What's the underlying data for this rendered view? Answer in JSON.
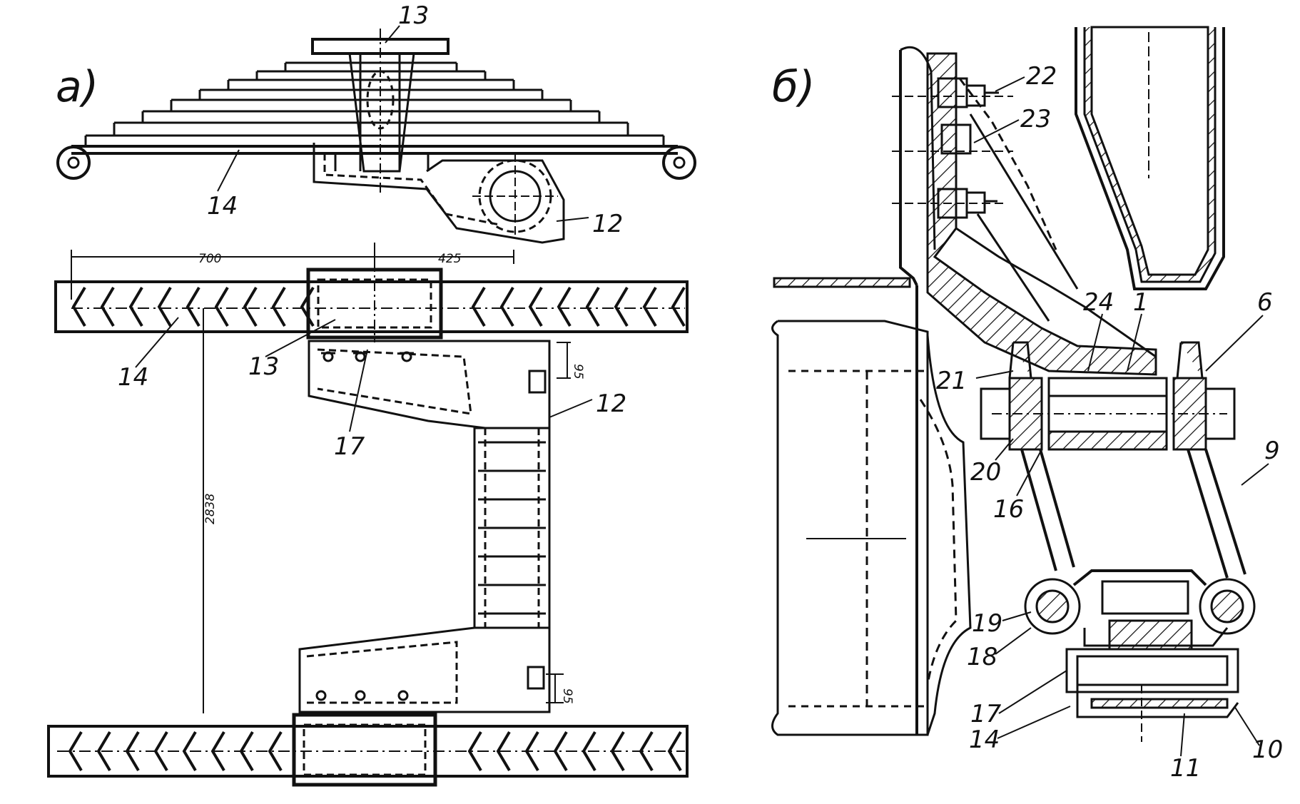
{
  "panels": {
    "a": "а)",
    "b": "б)"
  },
  "dimensions": {
    "d700": "700",
    "d425": "425",
    "d2838": "2838",
    "d95a": "95",
    "d95b": "95"
  },
  "labels_a": {
    "l13_top": "13",
    "l14_top": "14",
    "l12_top": "12",
    "l14_plan": "14",
    "l13_plan": "13",
    "l17_plan": "17",
    "l12_plan": "12"
  },
  "labels_b": {
    "l22": "22",
    "l23": "23",
    "l24": "24",
    "l1": "1",
    "l6": "6",
    "l21": "21",
    "l20": "20",
    "l16": "16",
    "l9": "9",
    "l19": "19",
    "l18": "18",
    "l17": "17",
    "l14": "14",
    "l11": "11",
    "l10": "10"
  }
}
